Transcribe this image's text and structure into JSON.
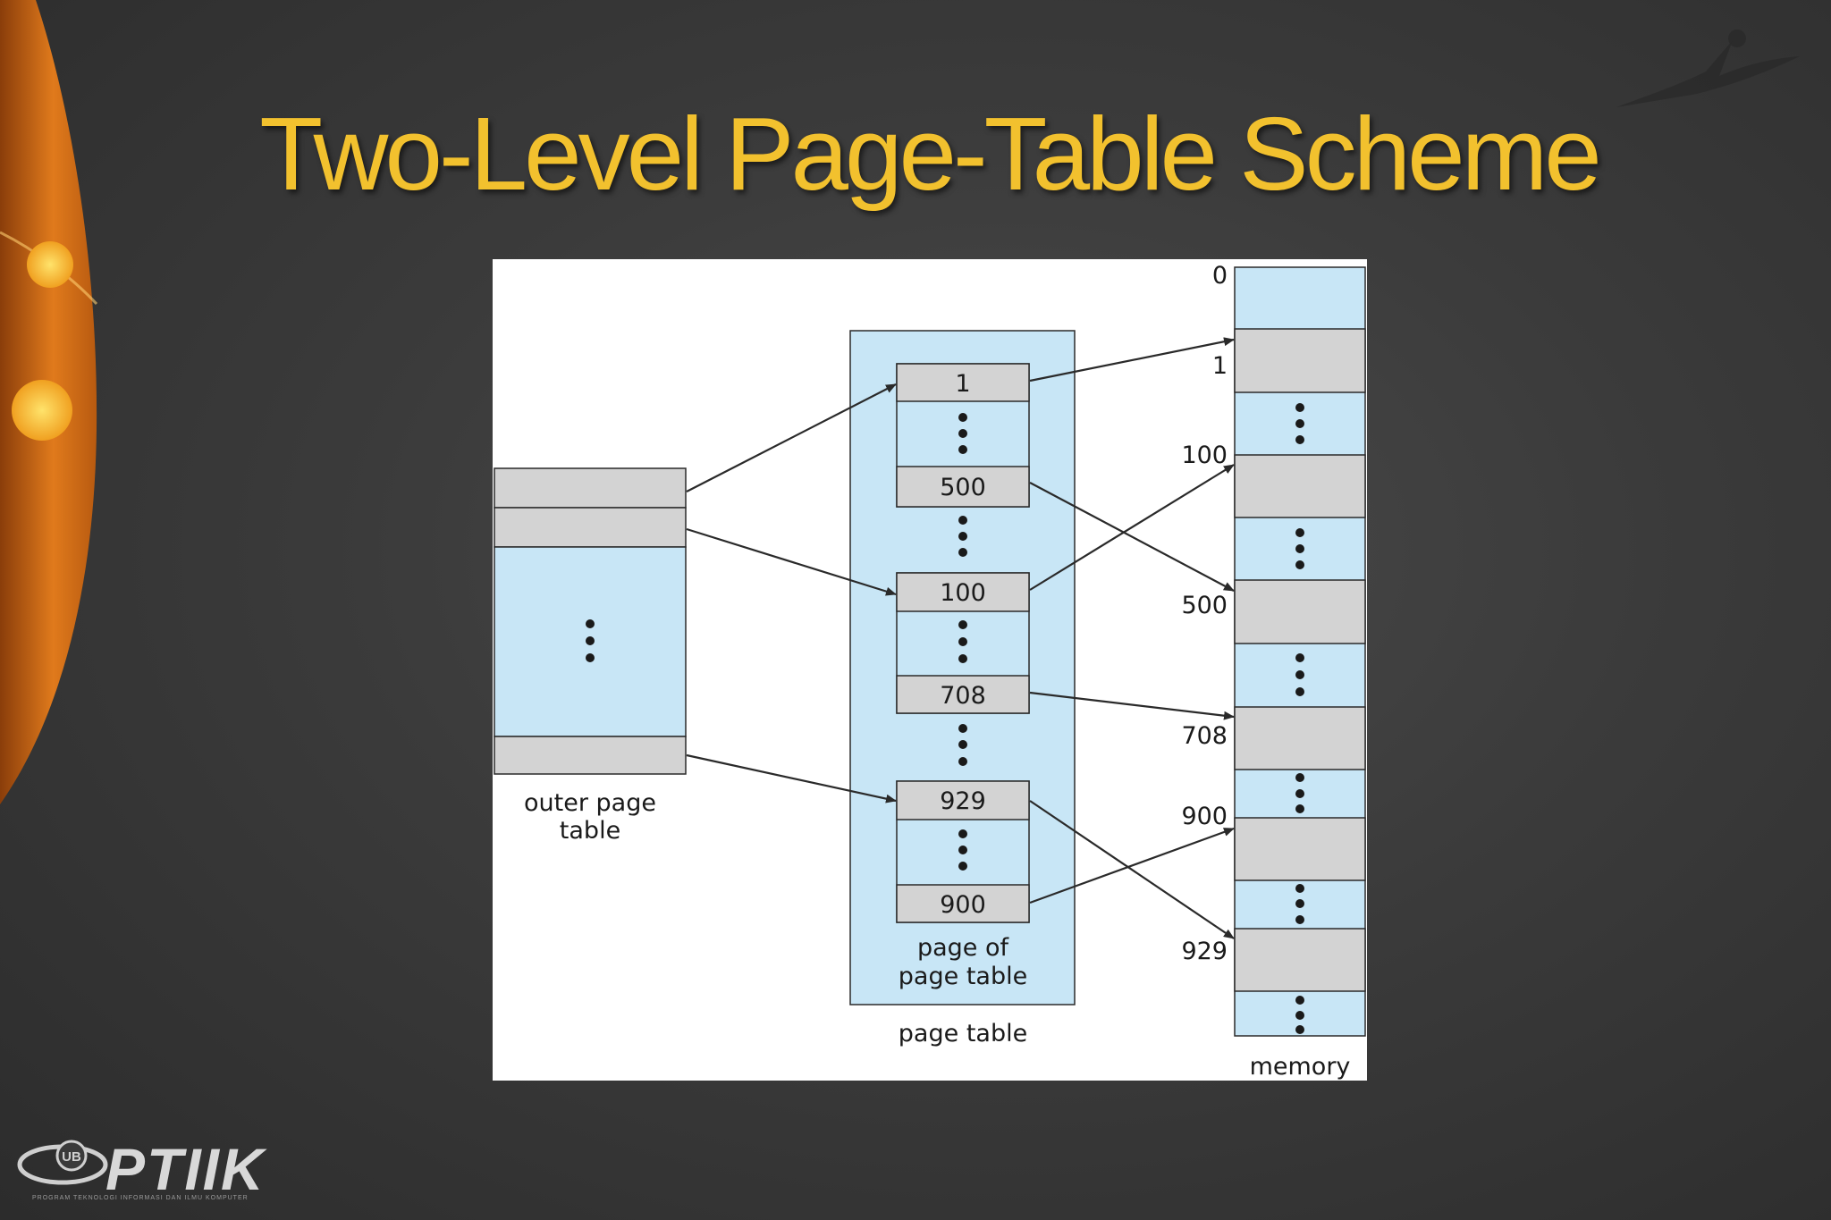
{
  "slide": {
    "title": "Two-Level Page-Table Scheme"
  },
  "diagram": {
    "outer_page_table": {
      "label_line1": "outer page",
      "label_line2": "table"
    },
    "page_of_page_table": {
      "label_line1": "page of",
      "label_line2": "page table"
    },
    "page_table_label": "page table",
    "page_table_entries": [
      "1",
      "500",
      "100",
      "708",
      "929",
      "900"
    ],
    "memory": {
      "label": "memory",
      "address_labels": [
        "0",
        "1",
        "100",
        "500",
        "708",
        "900",
        "929"
      ]
    },
    "colors": {
      "light_blue": "#c8e6f6",
      "gray": "#d3d3d3",
      "stroke": "#2a2a2a"
    }
  },
  "branding": {
    "footer_logo": "PTIIK",
    "footer_logo_mark": "UB",
    "footer_tagline": "PROGRAM TEKNOLOGI INFORMASI DAN ILMU KOMPUTER"
  }
}
